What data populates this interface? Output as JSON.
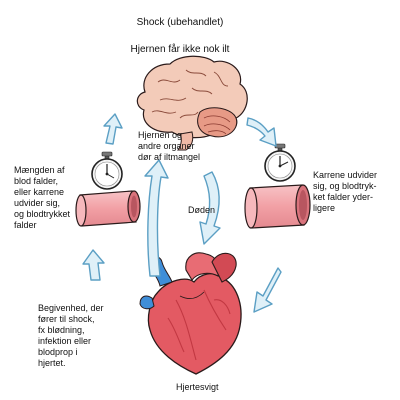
{
  "title": "Shock (ubehandlet)",
  "brain_text": "Hjernen får ikke nok ilt",
  "organs_text": "Hjernen og\nandre organer\ndør af iltmangel",
  "left_text": "Mængden af\nblod falder,\neller karrene\nudvider sig,\nog blodtrykket\nfalder",
  "right_text": "Karrene udvider\nsig, og blodtryk-\nket falder yder-\nligere",
  "death_text": "Døden",
  "event_text": "Begivenhed, der\nfører til shock,\nfx blødning,\ninfektion eller\nblodprop i\nhjertet.",
  "heart_text": "Hjertesvigt",
  "colors": {
    "arrow_fill": "#dff0f8",
    "arrow_stroke": "#5b9fc4",
    "vessel": "#f2a0a5",
    "vessel_dark": "#d9737c",
    "brain": "#f3cbb9",
    "cerebellum": "#e79a86",
    "heart": "#e35a63",
    "heart_dark": "#c23842",
    "aorta_blue": "#3f8ed8",
    "outline": "#2a1a1a"
  },
  "icons": [
    "brain-illustration",
    "stopwatch-icon",
    "blood-vessel",
    "heart-illustration",
    "cycle-arrow"
  ]
}
